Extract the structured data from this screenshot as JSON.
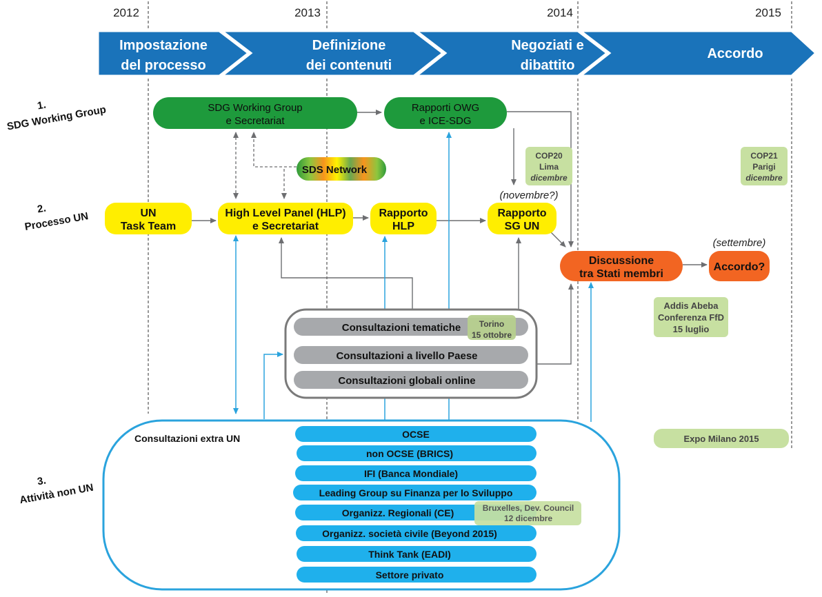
{
  "years": [
    "2012",
    "2013",
    "2014",
    "2015"
  ],
  "phases": [
    {
      "line1": "Impostazione",
      "line2": "del processo"
    },
    {
      "line1": "Definizione",
      "line2": "dei contenuti"
    },
    {
      "line1": "Negoziati e",
      "line2": "dibattito"
    },
    {
      "line1": "Accordo",
      "line2": ""
    }
  ],
  "rows": {
    "row1": {
      "num": "1.",
      "label": "SDG Working Group"
    },
    "row2": {
      "num": "2.",
      "label": "Processo UN"
    },
    "row3": {
      "num": "3.",
      "label": "Attività non UN"
    }
  },
  "nodes": {
    "sdg_wg": {
      "line1": "SDG Working Group",
      "line2": "e Secretariat"
    },
    "owg": {
      "line1": "Rapporti OWG",
      "line2": "e ICE-SDG"
    },
    "sds": {
      "label": "SDS Network"
    },
    "un_task": {
      "line1": "UN",
      "line2": "Task Team"
    },
    "hlp": {
      "line1": "High Level Panel (HLP)",
      "line2": "e Secretariat"
    },
    "rapporto_hlp": {
      "line1": "Rapporto",
      "line2": "HLP"
    },
    "rapporto_sg": {
      "line1": "Rapporto",
      "line2": "SG UN"
    },
    "novembre": "(novembre?)",
    "discussione": {
      "line1": "Discussione",
      "line2": "tra Stati membri"
    },
    "settembre": "(settembre)",
    "accordo": "Accordo?"
  },
  "events": {
    "cop20": {
      "line1": "COP20",
      "line2": "Lima",
      "line3": "dicembre"
    },
    "cop21": {
      "line1": "COP21",
      "line2": "Parigi",
      "line3": "dicembre"
    },
    "addis": {
      "line1": "Addis Abeba",
      "line2": "Conferenza FfD",
      "line3": "15 luglio"
    },
    "torino": {
      "line1": "Torino",
      "line2": "15 ottobre"
    },
    "expo": "Expo Milano 2015",
    "bruxelles": {
      "line1": "Bruxelles, Dev. Council",
      "line2": "12 dicembre"
    }
  },
  "consultations": [
    "Consultazioni tematiche",
    "Consultazioni a livello Paese",
    "Consultazioni globali online"
  ],
  "extra_un": {
    "title": "Consultazioni extra UN",
    "items": [
      "OCSE",
      "non OCSE (BRICS)",
      "IFI (Banca Mondiale)",
      "Leading Group su Finanza per lo Sviluppo",
      "Organizz. Regionali (CE)",
      "Organizz. società civile (Beyond 2015)",
      "Think Tank (EADI)",
      "Settore privato"
    ]
  },
  "colors": {
    "banner": "#1a73ba",
    "green_dark": "#1e9a3c",
    "yellow": "#ffee00",
    "orange": "#f26522",
    "light_green": "#c7e0a1",
    "grey_pill": "#a7a9ac",
    "blue_pill": "#1fb0ec",
    "blue_line": "#2aa3dd",
    "grey_line": "#707070"
  }
}
